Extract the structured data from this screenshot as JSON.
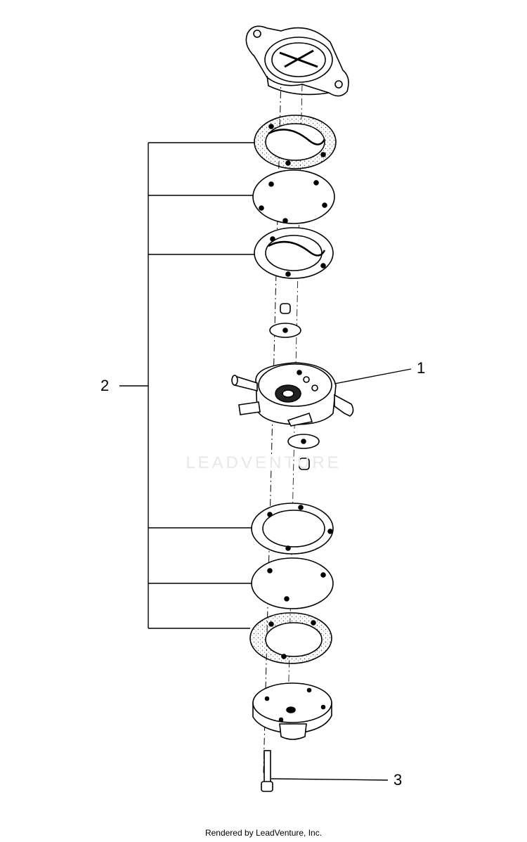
{
  "callouts": {
    "item1": "1",
    "item2": "2",
    "item3": "3"
  },
  "watermark": "LEADVENTURE",
  "footer": "Rendered by LeadVenture, Inc."
}
